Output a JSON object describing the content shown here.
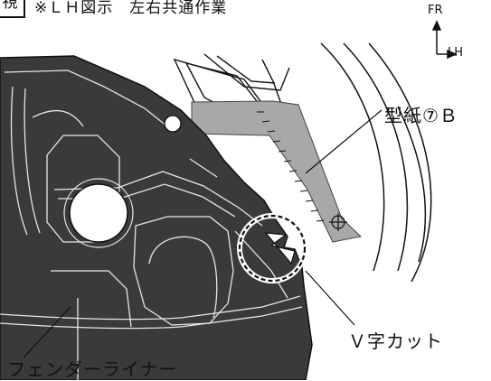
{
  "header": {
    "view_label": "視",
    "note": "※ＬＨ図示　左右共通作業"
  },
  "orientation": {
    "up_label": "FR",
    "right_label": "LH"
  },
  "callouts": {
    "pattern_paper": "型紙⑦Ｂ",
    "v_cut": "Ｖ字カット",
    "fender_liner": "フェンダーライナー"
  },
  "colors": {
    "liner_fill": "#3a3a3a",
    "pattern_fill": "#a8a8a8",
    "line": "#111111",
    "background": "#ffffff"
  }
}
